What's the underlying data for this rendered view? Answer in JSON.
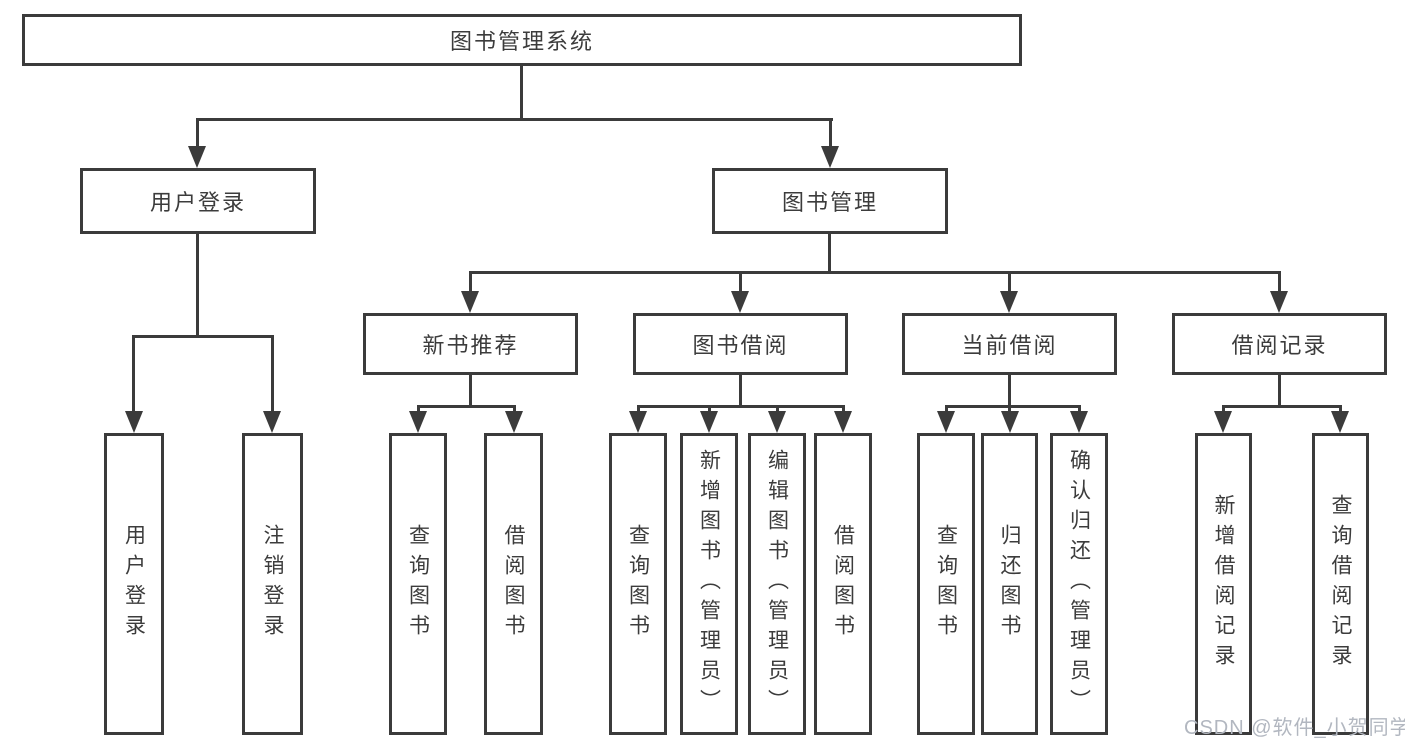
{
  "diagram": {
    "type": "hierarchy-tree",
    "title": "图书管理系统",
    "branches": [
      {
        "label": "用户登录",
        "children": [
          {
            "label": "用户登录"
          },
          {
            "label": "注销登录"
          }
        ]
      },
      {
        "label": "图书管理",
        "children": [
          {
            "label": "新书推荐",
            "children": [
              {
                "label": "查询图书"
              },
              {
                "label": "借阅图书"
              }
            ]
          },
          {
            "label": "图书借阅",
            "children": [
              {
                "label": "查询图书"
              },
              {
                "label": "新增图书（管理员）"
              },
              {
                "label": "编辑图书（管理员）"
              },
              {
                "label": "借阅图书"
              }
            ]
          },
          {
            "label": "当前借阅",
            "children": [
              {
                "label": "查询图书"
              },
              {
                "label": "归还图书"
              },
              {
                "label": "确认归还（管理员）"
              }
            ]
          },
          {
            "label": "借阅记录",
            "children": [
              {
                "label": "新增借阅记录"
              },
              {
                "label": "查询借阅记录"
              }
            ]
          }
        ]
      }
    ]
  },
  "colors": {
    "line": "#3b3b3b",
    "text": "#3c3c3c",
    "background": "#ffffff",
    "watermark": "#b2b7c0"
  },
  "watermark": "CSDN @软件_小贺同学"
}
